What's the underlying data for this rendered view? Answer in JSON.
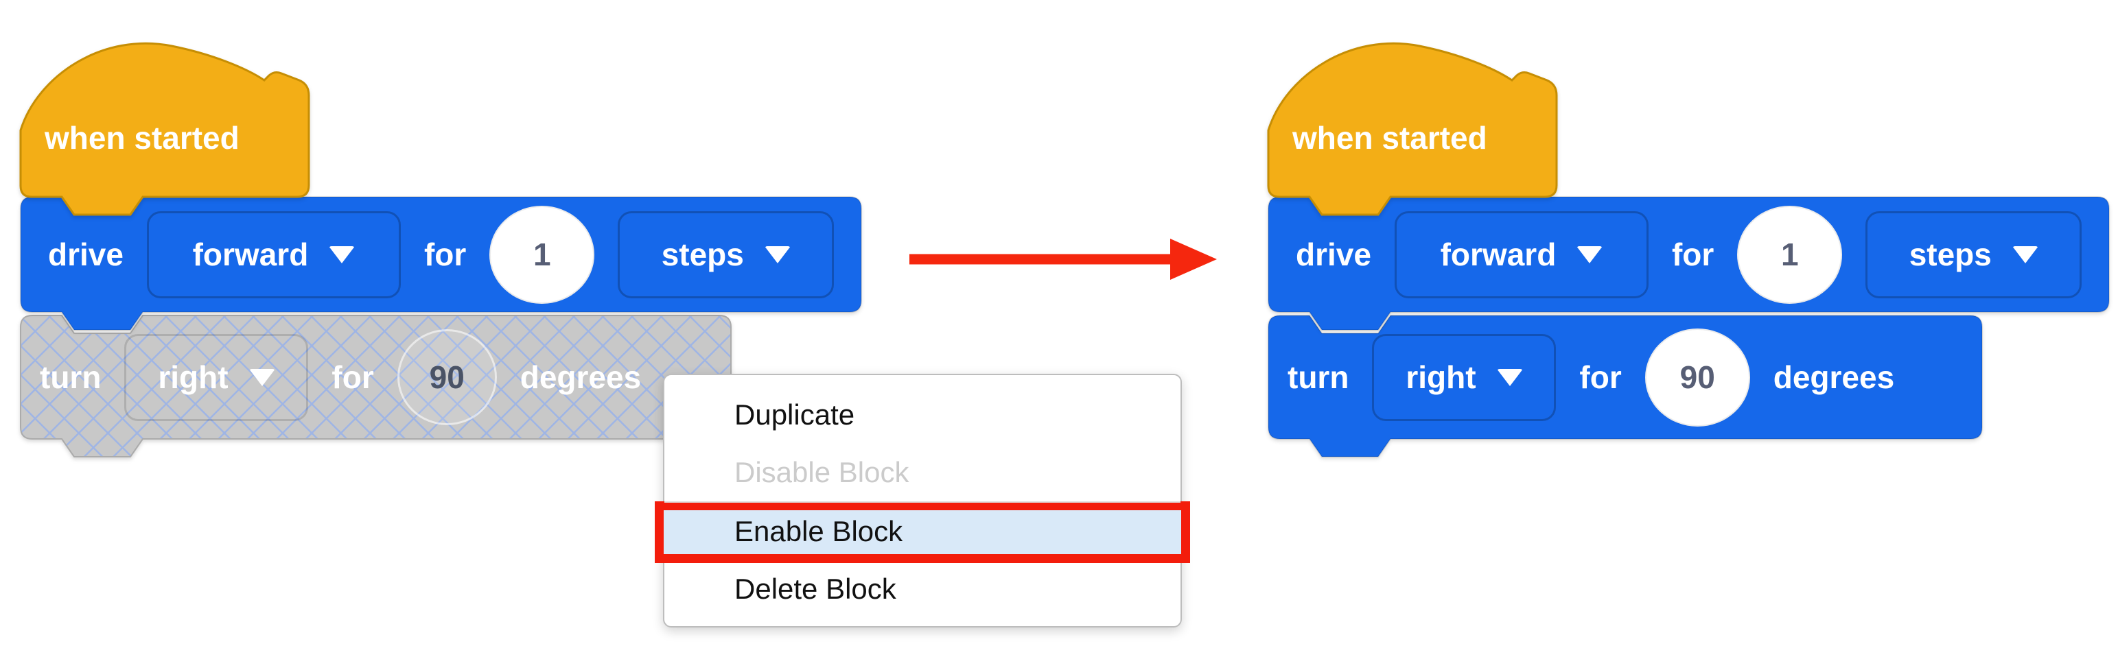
{
  "colors": {
    "block-blue": "#1668EA",
    "block-blue-border": "#0f4fba",
    "block-yellow": "#F3AE16",
    "yellow-border": "#C68E04",
    "disabled-gray": "#C8C8C8",
    "disabled-border": "#ABABAB",
    "hatch-blue": "#9FB5E5",
    "oval-text": "#575E75",
    "disabled-value": "#4A5366",
    "arrow-red": "#F5270E",
    "annotation-red": "#F31D0C",
    "highlight-blue": "#D9E9F8"
  },
  "left_stack": {
    "hat_label": "when started",
    "drive": {
      "word1": "drive",
      "dropdown1": "forward",
      "word2": "for",
      "value": "1",
      "dropdown2": "steps"
    },
    "turn": {
      "word1": "turn",
      "dropdown1": "right",
      "word2": "for",
      "value": "90",
      "word3": "degrees",
      "state": "disabled"
    }
  },
  "right_stack": {
    "hat_label": "when started",
    "drive": {
      "word1": "drive",
      "dropdown1": "forward",
      "word2": "for",
      "value": "1",
      "dropdown2": "steps"
    },
    "turn": {
      "word1": "turn",
      "dropdown1": "right",
      "word2": "for",
      "value": "90",
      "word3": "degrees",
      "state": "enabled"
    }
  },
  "context_menu": {
    "items": [
      {
        "label": "Duplicate",
        "state": "normal"
      },
      {
        "label": "Disable Block",
        "state": "disabled"
      },
      {
        "label": "Enable Block",
        "state": "highlighted"
      },
      {
        "label": "Delete Block",
        "state": "normal"
      }
    ]
  }
}
